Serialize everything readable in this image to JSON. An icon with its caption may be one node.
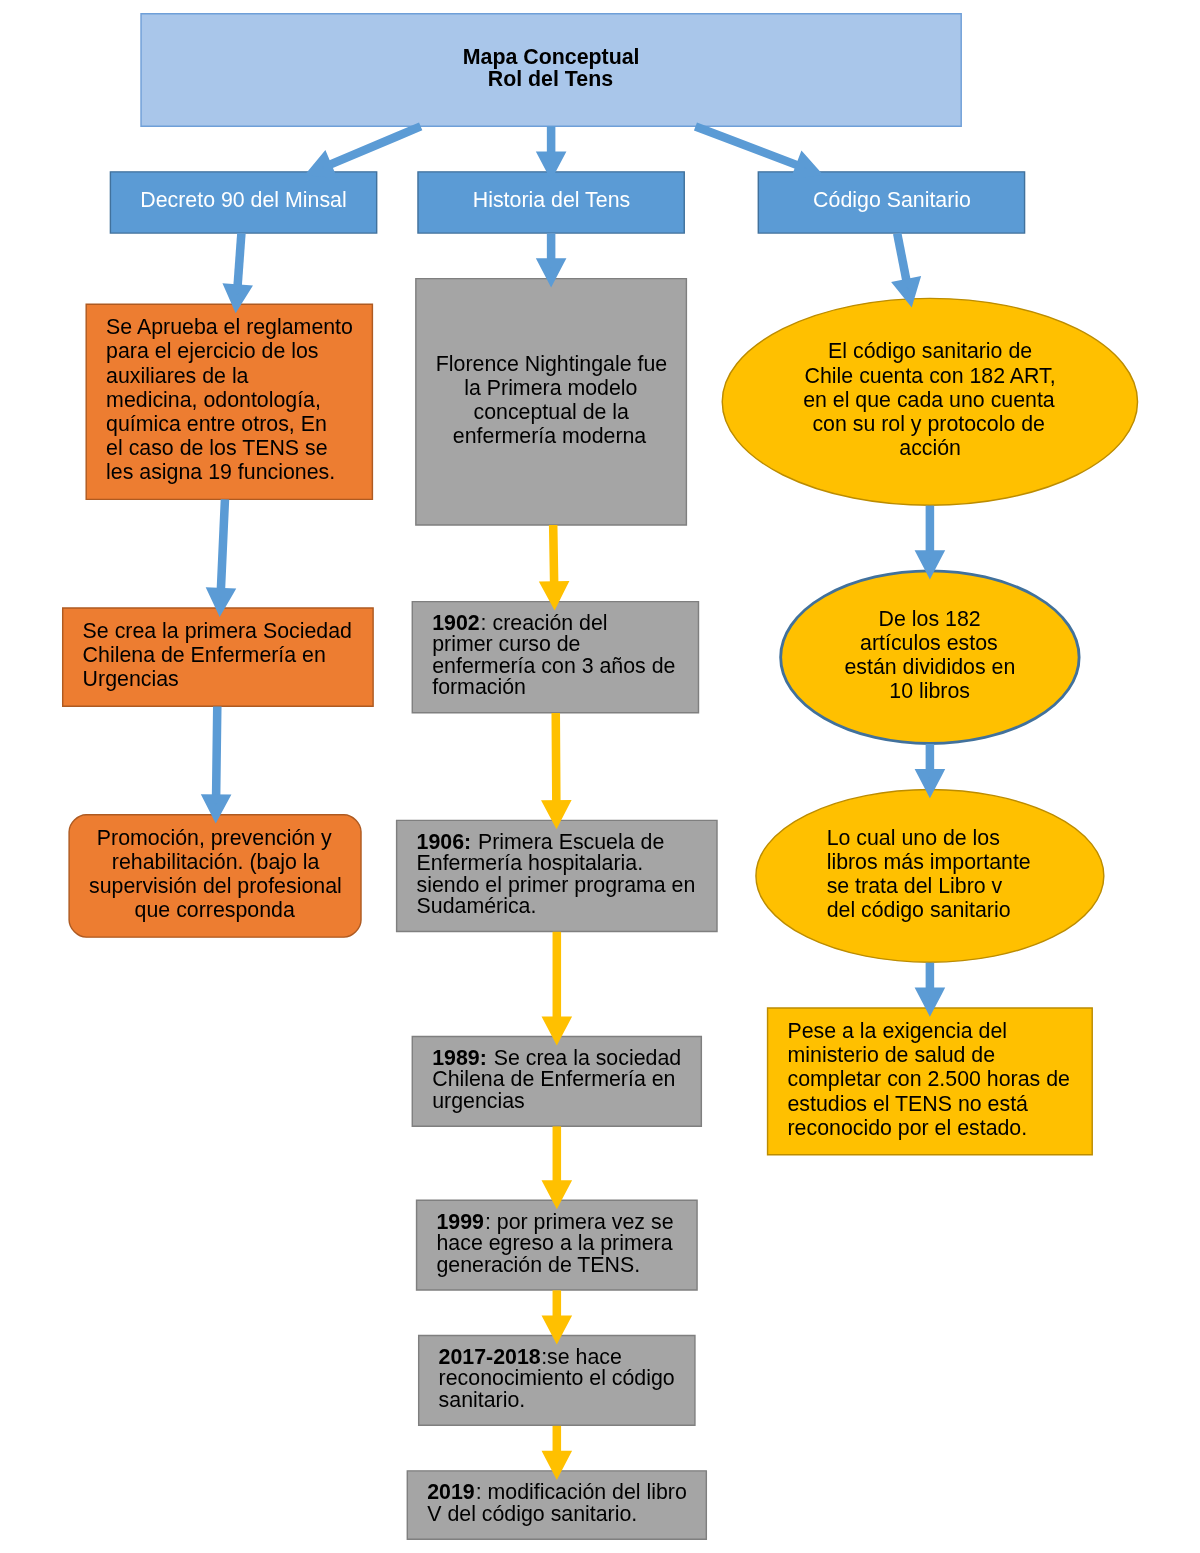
{
  "diagram": {
    "nodes": [
      {
        "text": [
          "Mapa Conceptual",
          "Rol del Tens"
        ]
      },
      {
        "text": [
          "Decreto 90 del Minsal"
        ]
      },
      {
        "text": [
          "Historia del Tens"
        ]
      },
      {
        "text": [
          "Código Sanitario"
        ]
      },
      {
        "text": [
          "Se Aprueba el reglamento para el ejercicio de los auxiliares de la medicina, odontología, química entre otros, En el caso de los TENS se les asigna 19 funciones."
        ]
      },
      {
        "text": [
          "Se crea la primera Sociedad Chilena de Enfermería en Urgencias"
        ]
      },
      {
        "text": [
          "Promoción, prevención y rehabilitación. (bajo la supervisión del profesional que corresponda"
        ]
      },
      {
        "text": [
          "Florence Nightingale fue la Primera modelo conceptual de la enfermería moderna"
        ]
      },
      {
        "text": [
          "**1902**: creación del primer curso de enfermería con 3 años de formación"
        ]
      },
      {
        "text": [
          "**1906:** Primera Escuela de Enfermería hospitalaria. siendo el primer programa en Sudamérica."
        ]
      },
      {
        "text": [
          "**1989:** Se crea la sociedad Chilena de Enfermería en urgencias"
        ]
      },
      {
        "text": [
          "**1999**: por primera vez se hace egreso a la primera generación de TENS."
        ]
      },
      {
        "text": [
          "**2017-2018**:se hace reconocimiento el código sanitario."
        ]
      },
      {
        "text": [
          "**2019**: modificación del libro V del código sanitario."
        ]
      },
      {
        "text": [
          "El código sanitario de Chile cuenta con 182 ART, en el que cada uno cuenta con su rol y protocolo de acción"
        ]
      },
      {
        "text": [
          "De los 182 artículos estos están divididos en 10 libros"
        ]
      },
      {
        "text": [
          "Lo cual uno de los libros más importante se trata del Libro v del código sanitario"
        ]
      },
      {
        "text": [
          "Pese a la exigencia del ministerio de salud de completar con 2.500 horas de estudios el TENS no está reconocido por el estado."
        ]
      }
    ],
    "edges": [
      {
        "from": 0,
        "to": 1,
        "arrow": "to"
      },
      {
        "from": 0,
        "to": 2,
        "arrow": "to"
      },
      {
        "from": 0,
        "to": 3,
        "arrow": "to"
      },
      {
        "from": 1,
        "to": 4,
        "arrow": "to"
      },
      {
        "from": 4,
        "to": 5,
        "arrow": "to"
      },
      {
        "from": 5,
        "to": 6,
        "arrow": "to"
      },
      {
        "from": 2,
        "to": 7,
        "arrow": "to"
      },
      {
        "from": 7,
        "to": 8,
        "arrow": "to",
        "color": "#ffc000"
      },
      {
        "from": 8,
        "to": 9,
        "arrow": "to",
        "color": "#ffc000"
      },
      {
        "from": 9,
        "to": 10,
        "arrow": "to",
        "color": "#ffc000"
      },
      {
        "from": 10,
        "to": 11,
        "arrow": "to",
        "color": "#ffc000"
      },
      {
        "from": 11,
        "to": 12,
        "arrow": "to",
        "color": "#ffc000"
      },
      {
        "from": 12,
        "to": 13,
        "arrow": "to",
        "color": "#ffc000"
      },
      {
        "from": 3,
        "to": 14,
        "arrow": "to"
      },
      {
        "from": 14,
        "to": 15,
        "arrow": "to"
      },
      {
        "from": 15,
        "to": 16,
        "arrow": "to"
      },
      {
        "from": 16,
        "to": 17,
        "arrow": "to"
      }
    ]
  }
}
